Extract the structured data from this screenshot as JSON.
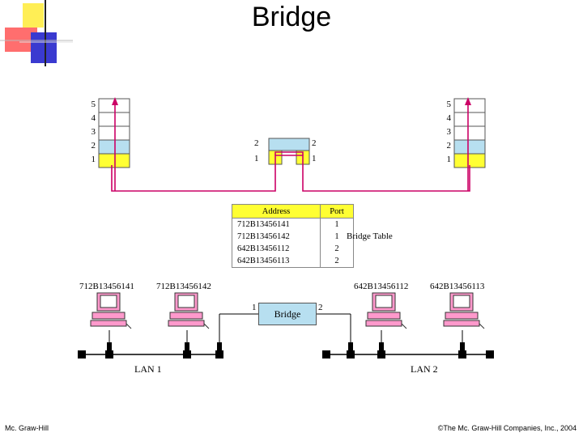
{
  "slide": {
    "title": "Bridge",
    "footer_left": "Mc. Graw-Hill",
    "footer_right": "©The Mc. Graw-Hill Companies, Inc., 2004"
  },
  "diagram": {
    "layers": [
      "5",
      "4",
      "3",
      "2",
      "1"
    ],
    "bridge_layers": [
      "2",
      "1"
    ],
    "bridge_label": "Bridge",
    "bridge_ports": [
      "1",
      "2"
    ],
    "table_caption": "Bridge Table",
    "table_headers": [
      "Address",
      "Port"
    ],
    "table_rows": [
      {
        "address": "712B13456141",
        "port": "1"
      },
      {
        "address": "712B13456142",
        "port": "1"
      },
      {
        "address": "642B13456112",
        "port": "2"
      },
      {
        "address": "642B13456113",
        "port": "2"
      }
    ],
    "stations": [
      "712B13456141",
      "712B13456142",
      "642B13456112",
      "642B13456113"
    ],
    "lans": [
      "LAN 1",
      "LAN 2"
    ],
    "colors": {
      "layer2": "#b7dff0",
      "layer1": "#ffff33",
      "path": "#cc0066",
      "computer": "#ff99cc"
    }
  }
}
